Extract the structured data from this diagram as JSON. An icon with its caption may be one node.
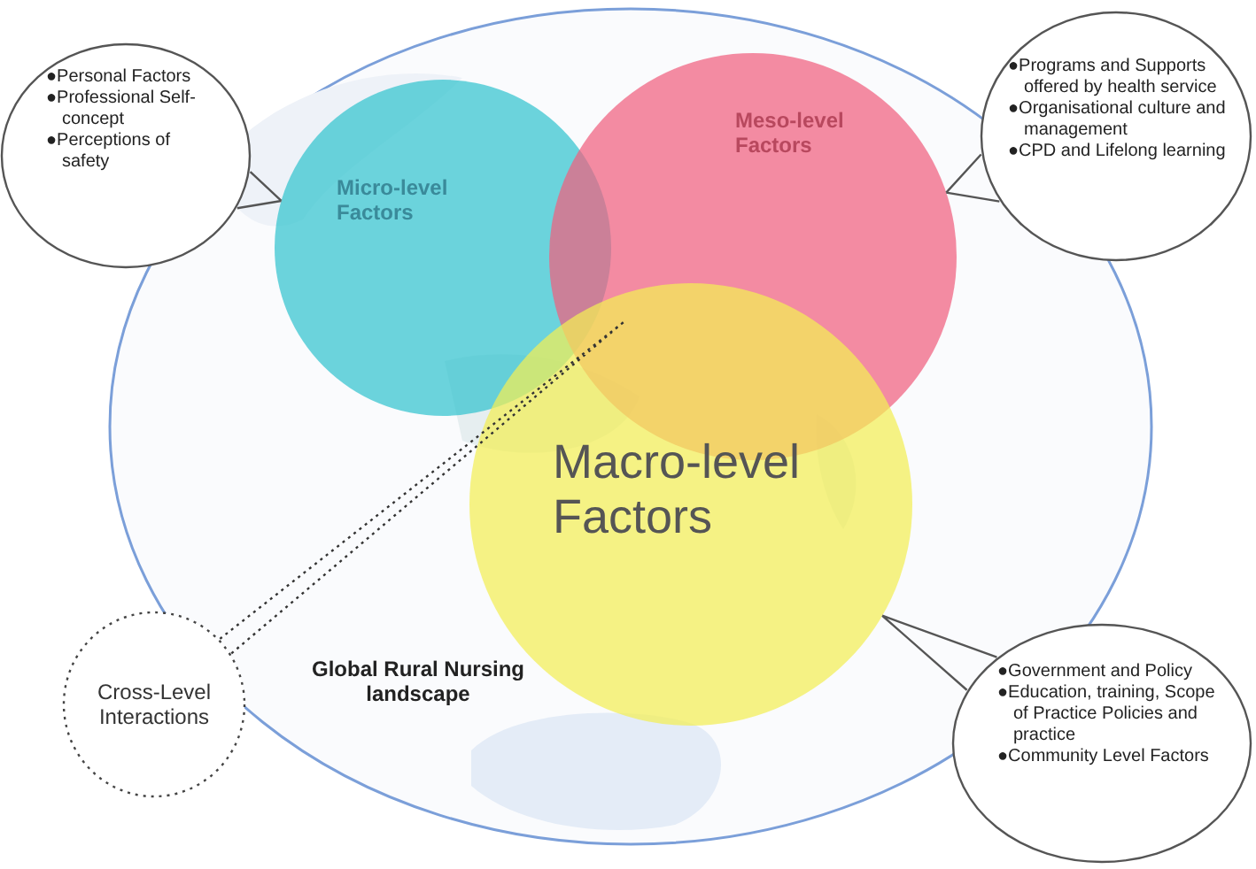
{
  "diagram": {
    "nodes": [
      {
        "text": [
          "Global Rural Nursing landscape"
        ]
      },
      {
        "text": [
          "Micro-level Factors"
        ],
        "in": 0
      },
      {
        "text": [
          "Meso-level Factors"
        ],
        "in": 0
      },
      {
        "text": [
          "Macro-level Factors"
        ],
        "in": 0
      },
      {
        "text": [
          "●Personal Factors",
          "●Professional Self-concept",
          "●Perceptions of safety"
        ]
      },
      {
        "text": [
          "●Programs and Supports offered by health service",
          "●Organisational culture and management",
          "●CPD and Lifelong learning"
        ]
      },
      {
        "text": [
          "●Government and Policy",
          "●Education, training, Scope of Practice Policies and practice",
          "●Community Level Factors"
        ]
      },
      {
        "text": [
          "Cross-Level Interactions"
        ]
      }
    ],
    "edges": [
      {
        "from": 4,
        "to": 1,
        "arrow": "none"
      },
      {
        "from": 5,
        "to": 2,
        "arrow": "none"
      },
      {
        "from": 6,
        "to": 3,
        "arrow": "none"
      },
      {
        "from": 7,
        "to": null,
        "arrow": "none",
        "style": "dashed"
      }
    ]
  }
}
